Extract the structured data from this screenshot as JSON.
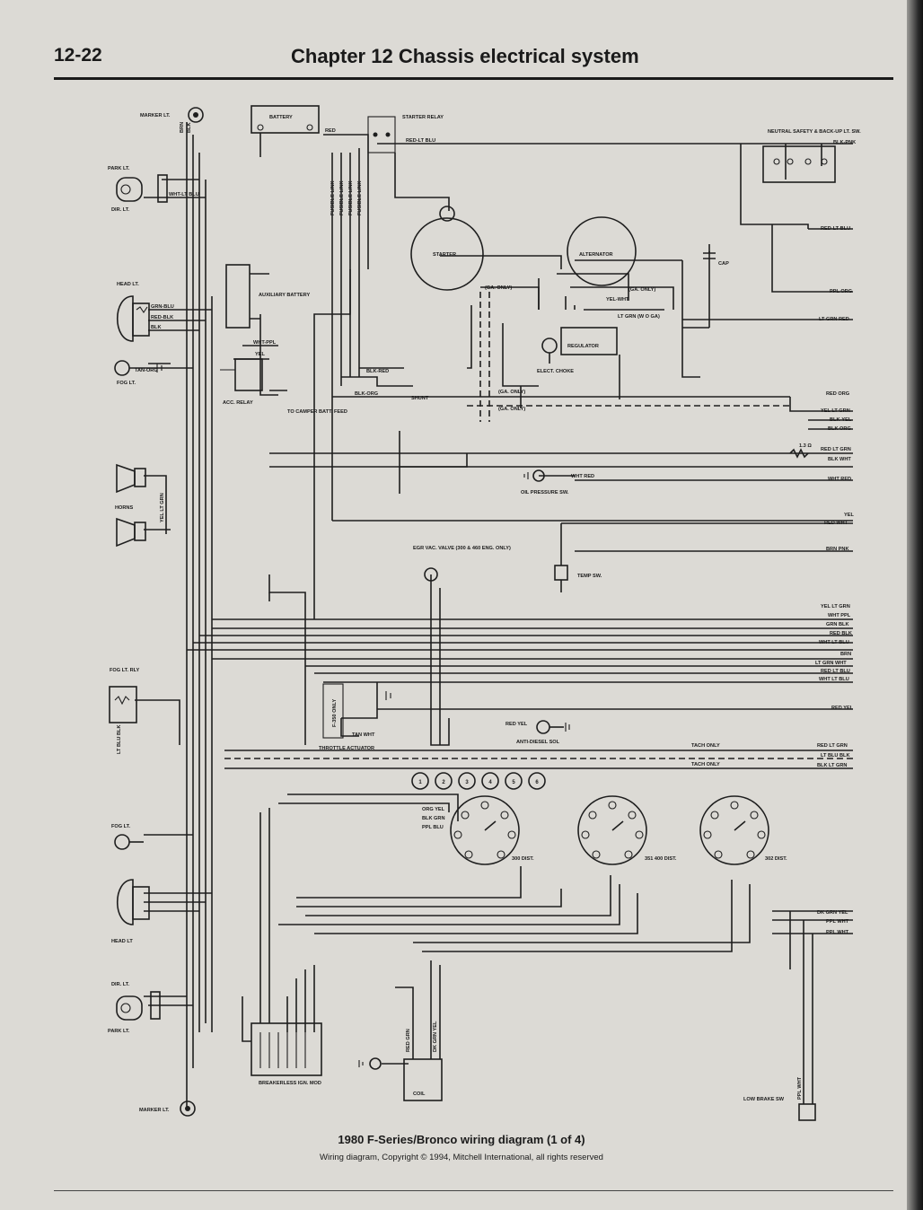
{
  "header": {
    "page_number": "12-22",
    "chapter_title": "Chapter 12  Chassis electrical system"
  },
  "diagram": {
    "caption": "1980 F-Series/Bronco wiring diagram (1 of 4)",
    "copyright": "Wiring diagram, Copyright © 1994, Mitchell International, all rights reserved",
    "components": {
      "marker_lt_top": "MARKER LT.",
      "park_lt_top": "PARK LT.",
      "dir_lt_top": "DIR. LT.",
      "head_lt_top": "HEAD LT.",
      "fog_lt_top": "FOG LT.",
      "horns": "HORNS",
      "fog_lt_rly": "FOG LT. RLY",
      "fog_lt_bottom": "FOG LT.",
      "head_lt_bottom": "HEAD LT",
      "dir_lt_bottom": "DIR. LT.",
      "park_lt_bottom": "PARK LT.",
      "marker_lt_bottom": "MARKER LT.",
      "battery": "BATTERY",
      "starter_relay": "STARTER RELAY",
      "starter": "STARTER",
      "alternator": "ALTERNATOR",
      "cap": "CAP",
      "auxiliary_battery": "AUXILIARY BATTERY",
      "acc_relay": "ACC. RELAY",
      "to_camper": "TO CAMPER BATT. FEED",
      "regulator": "REGULATOR",
      "elect_choke": "ELECT. CHOKE",
      "shunt": "SHUNT",
      "neutral_safety": "NEUTRAL SAFETY & BACK-UP LT. SW.",
      "oil_pressure_sw": "OIL PRESSURE SW.",
      "egr_vac_valve": "EGR VAC. VALVE (300 & 460 ENG. ONLY)",
      "temp_sw": "TEMP SW.",
      "throttle_actuator": "THROTTLE ACTUATOR",
      "f350_only": "F-350 ONLY",
      "anti_diesel_sol": "ANTI-DIESEL SOL",
      "tach_only_1": "TACH ONLY",
      "tach_only_2": "TACH ONLY",
      "dist_300": "300 DIST.",
      "dist_351_400": "351 400 DIST.",
      "dist_302": "302 DIST.",
      "breakerless": "BREAKERLESS IGN. MOD",
      "coil": "COIL",
      "low_brake_sw": "LOW BRAKE SW",
      "ga_only": "(GA. ONLY)",
      "fusible_link": "FUSIBLE LINK",
      "resistor": "1.3 Ω"
    },
    "connector_numbers": [
      "1",
      "2",
      "3",
      "4",
      "5",
      "6"
    ],
    "right_labels": [
      "BLK-PNK",
      "RED-LT BLU",
      "PPL ORG",
      "LT GRN RED",
      "RED ORG",
      "YEL LT GRN",
      "BLK-YEL",
      "BLK ORG",
      "RED LT GRN",
      "BLK WHT",
      "WHT RED",
      "YEL",
      "RED WHT",
      "BRN PNK",
      "YEL LT GRN",
      "WHT PPL",
      "GRN BLK",
      "RED BLK",
      "WHT LT BLU",
      "BRN",
      "LT GRN WHT",
      "RED LT BLU",
      "WHT LT BLU",
      "RED YEL",
      "RED LT GRN",
      "LT BLU BLK",
      "BLK LT GRN",
      "DK GRN YEL",
      "PPL WHT",
      "PPL WHT"
    ],
    "wire_labels": [
      "BRN",
      "BLK",
      "RED",
      "RED-LT BLU",
      "WHT-LT BLU",
      "GRN-BLU",
      "RED-BLK",
      "BLK",
      "TAN-ORG",
      "WHT-PPL",
      "YEL",
      "BLK-ORG",
      "BLK-RED",
      "YEL-WHT",
      "LT GRN (W O GA)",
      "ORG YEL",
      "BLK GRN",
      "PPL BLU",
      "WHT RED",
      "RED YEL",
      "TAN WHT",
      "YEL LT GRN",
      "LT BLU BLK",
      "DK GRN YEL",
      "RED GRN",
      "PPL WHT"
    ]
  }
}
